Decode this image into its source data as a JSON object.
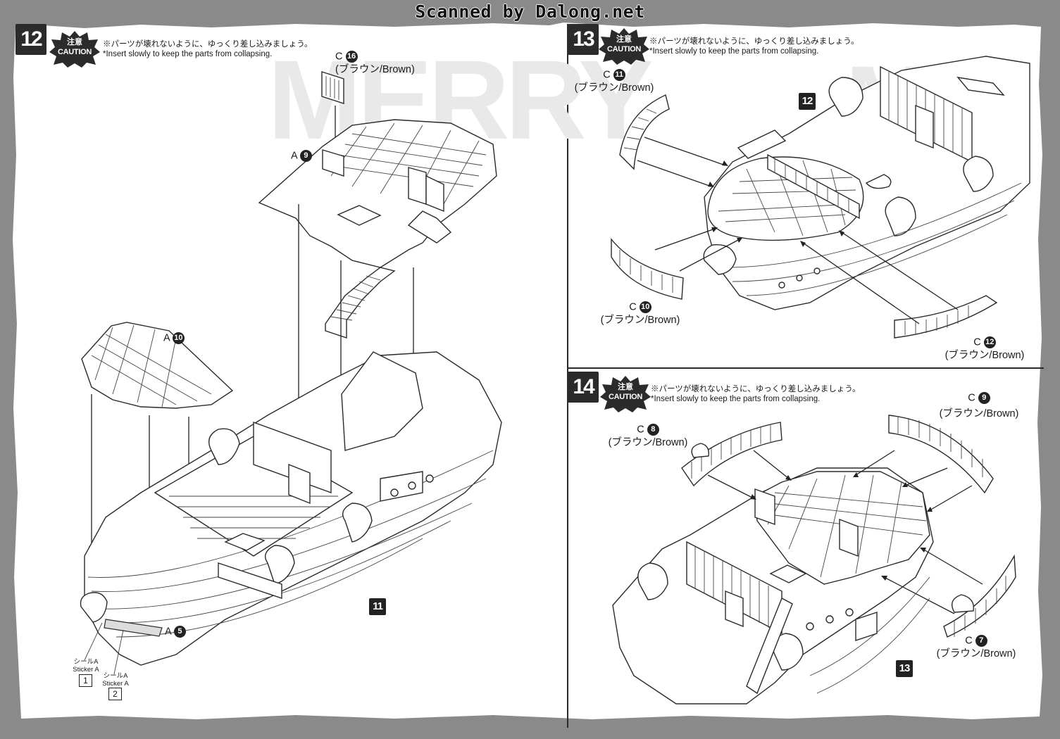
{
  "header": {
    "scan_title": "Scanned by Dalong.net"
  },
  "caution_badge": {
    "ja": "注意",
    "en": "CAUTION"
  },
  "steps": [
    {
      "number": "12",
      "note_ja": "※パーツが壊れないように、ゆっくり差し込みましょう。",
      "note_en": "*Insert slowly to keep the parts from collapsing.",
      "labels": [
        {
          "id": "c16",
          "prefix": "C",
          "num": "16",
          "color": "(ブラウン/Brown)"
        },
        {
          "id": "a9",
          "prefix": "A",
          "num": "9"
        },
        {
          "id": "a10",
          "prefix": "A",
          "num": "10"
        },
        {
          "id": "a5",
          "prefix": "A",
          "num": "5"
        }
      ],
      "assembly_ref": "11",
      "stickers": [
        {
          "ja": "シールA",
          "en": "Sticker A",
          "num": "1"
        },
        {
          "ja": "シールA",
          "en": "Sticker A",
          "num": "2"
        }
      ]
    },
    {
      "number": "13",
      "note_ja": "※パーツが壊れないように、ゆっくり差し込みましょう。",
      "note_en": "*Insert slowly to keep the parts from collapsing.",
      "labels": [
        {
          "id": "c11",
          "prefix": "C",
          "num": "11",
          "color": "(ブラウン/Brown)"
        },
        {
          "id": "c10",
          "prefix": "C",
          "num": "10",
          "color": "(ブラウン/Brown)"
        },
        {
          "id": "c12",
          "prefix": "C",
          "num": "12",
          "color": "(ブラウン/Brown)"
        }
      ],
      "assembly_ref": "12"
    },
    {
      "number": "14",
      "note_ja": "※パーツが壊れないように、ゆっくり差し込みましょう。",
      "note_en": "*Insert slowly to keep the parts from collapsing.",
      "labels": [
        {
          "id": "c8",
          "prefix": "C",
          "num": "8",
          "color": "(ブラウン/Brown)"
        },
        {
          "id": "c9",
          "prefix": "C",
          "num": "9",
          "color": "(ブラウン/Brown)"
        },
        {
          "id": "c7",
          "prefix": "C",
          "num": "7",
          "color": "(ブラウン/Brown)"
        }
      ],
      "assembly_ref": "13"
    }
  ],
  "colors": {
    "ink": "#1a1a1a",
    "frame": "#2b2b2b",
    "background": "#ffffff",
    "watermark": "#e9e9e9"
  }
}
